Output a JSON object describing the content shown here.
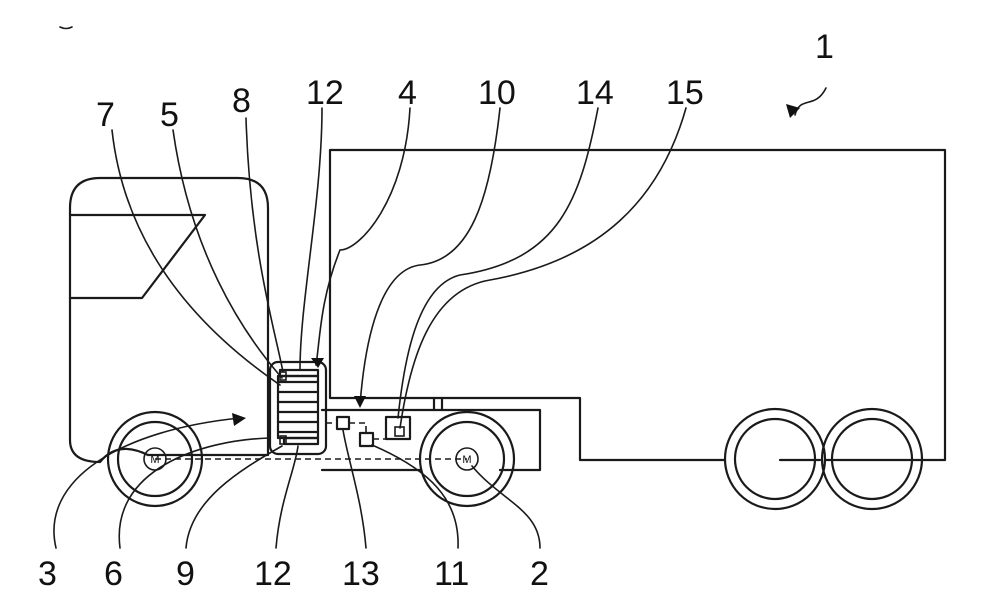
{
  "figure": {
    "labels": {
      "vehicle": "1",
      "motor_rear": "2",
      "arrow_3": "3",
      "box_4": "4",
      "cell_5": "5",
      "motor_front_ref": "6",
      "cell_7": "7",
      "cell_8": "8",
      "cell_9": "9",
      "unit_10": "10",
      "unit_11": "11",
      "plate_top": "12",
      "plate_bottom": "12",
      "unit_13": "13",
      "unit_14": "14",
      "unit_15": "15"
    },
    "motor_symbol": "M"
  }
}
